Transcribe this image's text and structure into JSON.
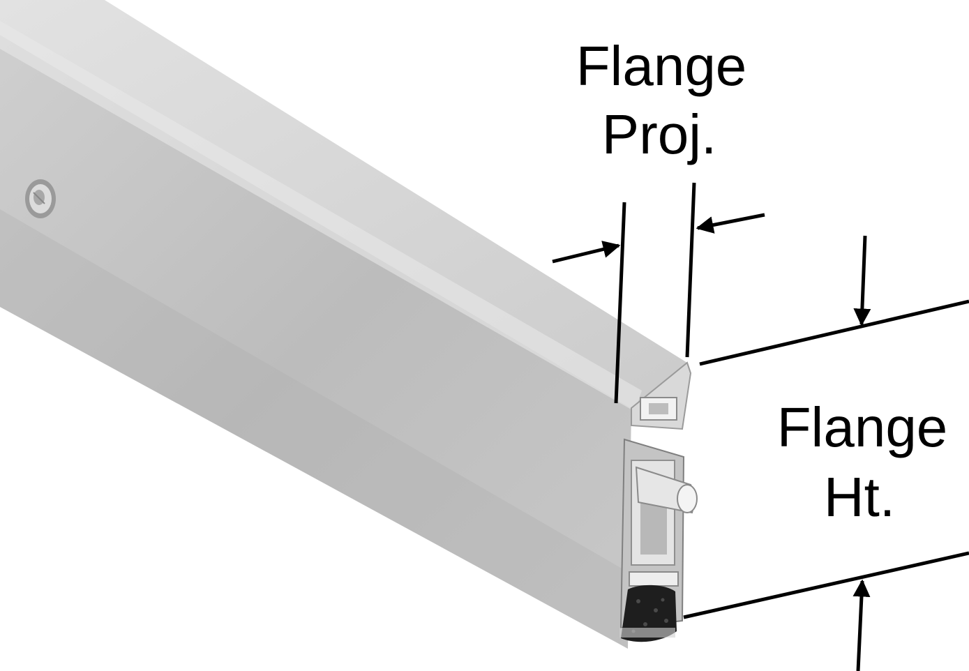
{
  "labels": {
    "projection_line1": "Flange",
    "projection_line2": "Proj.",
    "height_line1": "Flange",
    "height_line2": "Ht."
  },
  "colors": {
    "ink": "#000000",
    "metal_face": "#bfbfbf",
    "metal_top": "#d6d6d6",
    "metal_edge": "#e6e6e6",
    "gasket": "#1e1e1e"
  }
}
